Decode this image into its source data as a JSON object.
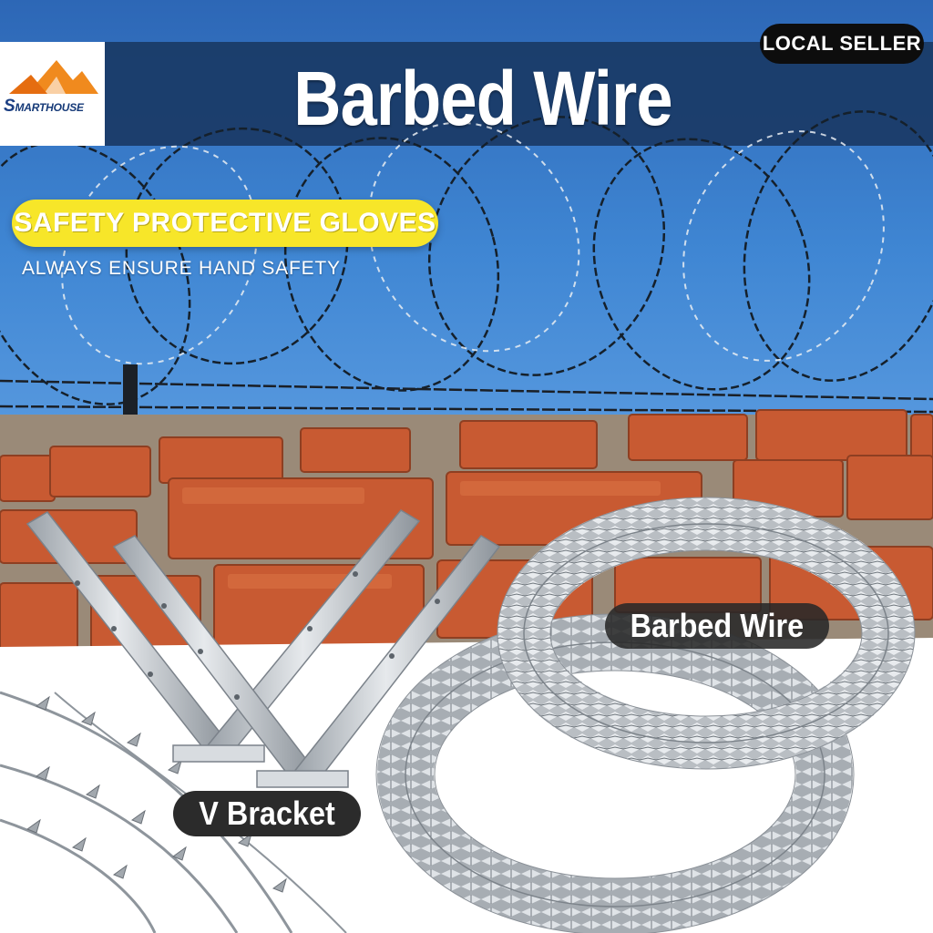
{
  "banner": {
    "title": "Barbed Wire",
    "seller_badge": "LOCAL SELLER"
  },
  "brand": {
    "logo_text_initial": "S",
    "logo_text_rest": "MARTHOUSE"
  },
  "promo": {
    "gloves_title": "SAFETY PROTECTIVE GLOVES",
    "gloves_subtitle": "ALWAYS ENSURE HAND SAFETY"
  },
  "products": {
    "wire_label": "Barbed Wire",
    "bracket_label": "V Bracket"
  },
  "colors": {
    "sky": "#2f6fc0",
    "header_band": "#1a3a66",
    "brick": "#c8562f",
    "pill_yellow": "#f7e629",
    "badge_black": "#0d0d0d",
    "logo_orange": "#f08a1e",
    "logo_blue": "#163a78"
  }
}
